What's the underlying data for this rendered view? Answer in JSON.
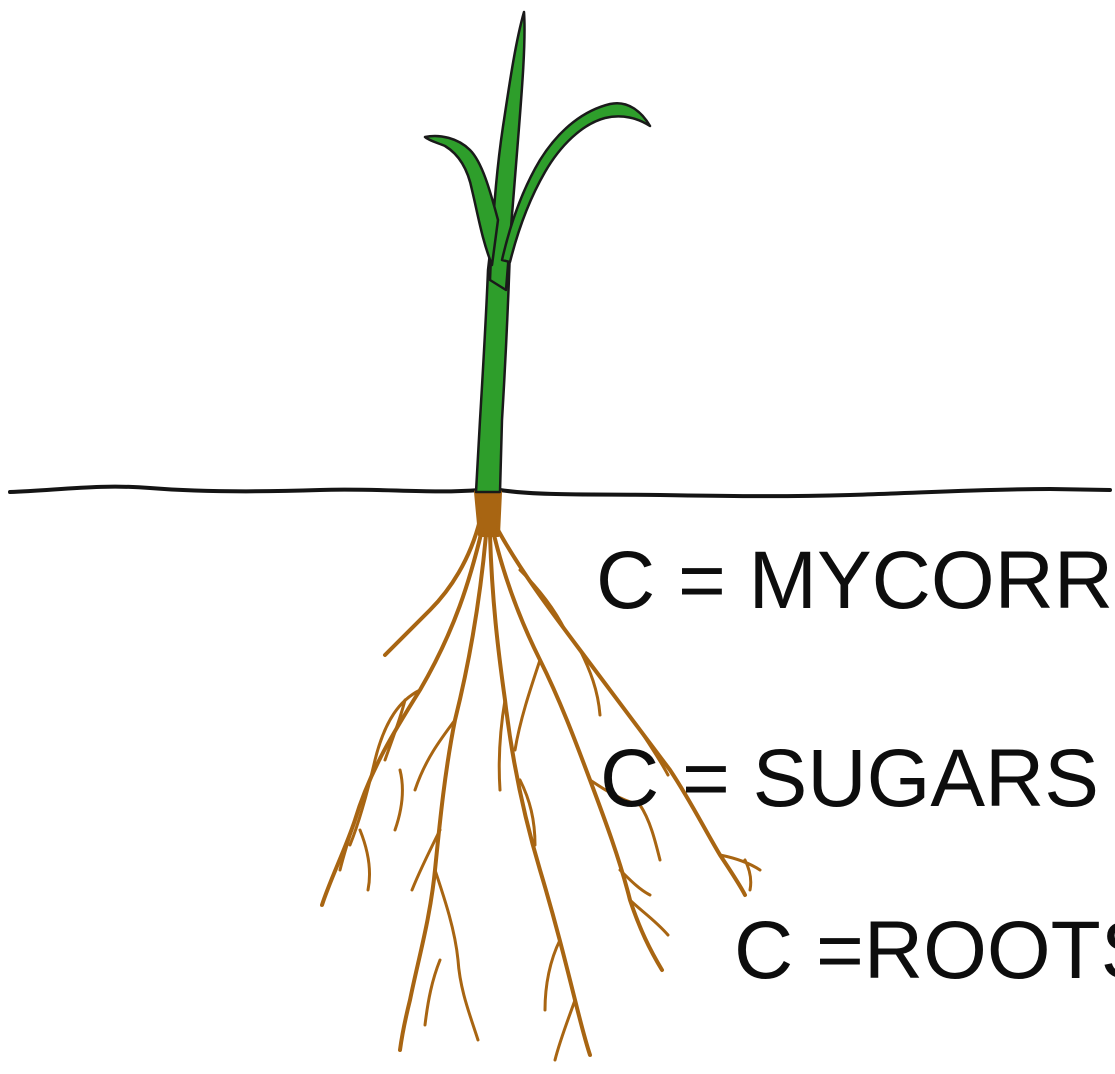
{
  "labels": {
    "mycorrhizae": "C = MYCORRH",
    "sugars": "C = SUGARS",
    "roots": "C =ROOTS"
  },
  "colors": {
    "background": "#ffffff",
    "leaf": "#2e9e2b",
    "leaf_outline": "#1a1a1a",
    "root": "#a86512",
    "ground_line": "#141414",
    "text": "#0d0d0d"
  },
  "icons": {
    "plant": "plant-shoot-icon",
    "roots": "root-system-icon"
  }
}
